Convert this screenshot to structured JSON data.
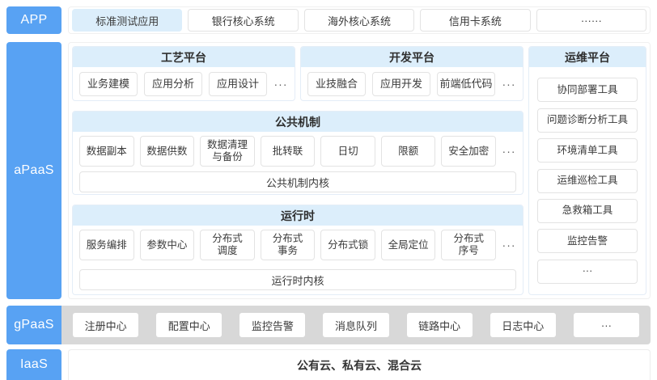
{
  "colors": {
    "accent_blue": "#58a2f3",
    "light_blue_fill": "#dceefb",
    "gray_strip": "#d8d8d8",
    "box_border": "#e3e3e3",
    "panel_border": "#e4edf7"
  },
  "rows": {
    "app": {
      "label": "APP",
      "items": [
        "标准测试应用",
        "银行核心系统",
        "海外核心系统",
        "信用卡系统",
        "······"
      ]
    },
    "apaas": {
      "label": "aPaaS",
      "panels": {
        "craft": {
          "title": "工艺平台",
          "items": [
            "业务建模",
            "应用分析",
            "应用设计"
          ],
          "more": "···"
        },
        "dev": {
          "title": "开发平台",
          "items": [
            "业技融合",
            "应用开发",
            "前端低代码"
          ],
          "more": "···"
        },
        "ops": {
          "title": "运维平台",
          "items": [
            "协同部署工具",
            "问题诊断分析工具",
            "环境清单工具",
            "运维巡检工具",
            "急救箱工具",
            "监控告警",
            "···"
          ]
        },
        "mechanism": {
          "title": "公共机制",
          "items": [
            "数据副本",
            "数据供数",
            "数据清理\n与备份",
            "批转联",
            "日切",
            "限额",
            "安全加密"
          ],
          "more": "···",
          "kernel": "公共机制内核"
        },
        "runtime": {
          "title": "运行时",
          "items": [
            "服务编排",
            "参数中心",
            "分布式\n调度",
            "分布式\n事务",
            "分布式锁",
            "全局定位",
            "分布式\n序号"
          ],
          "more": "···",
          "kernel": "运行时内核"
        }
      }
    },
    "gpaas": {
      "label": "gPaaS",
      "items": [
        "注册中心",
        "配置中心",
        "监控告警",
        "消息队列",
        "链路中心",
        "日志中心",
        "···"
      ]
    },
    "iaas": {
      "label": "IaaS",
      "text": "公有云、私有云、混合云"
    }
  }
}
